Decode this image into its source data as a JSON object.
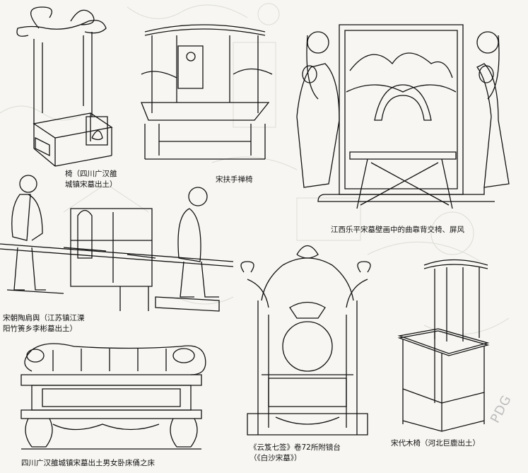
{
  "figures": [
    {
      "id": "chair-sichuan",
      "caption_lines": [
        "椅（四川广汉雒",
        "城镇宋墓出土）"
      ]
    },
    {
      "id": "armchair-chan",
      "caption_lines": [
        "宋扶手禅椅"
      ]
    },
    {
      "id": "mural-chair-screen",
      "caption_lines": [
        "江西乐平宋墓壁画中的曲靠背交椅、屏风"
      ]
    },
    {
      "id": "sedan-chair",
      "caption_lines": [
        "宋朝陶肩舆（江苏镇江溧",
        "阳竹箦乡李彬墓出土）"
      ]
    },
    {
      "id": "mirror-stand",
      "caption_lines": [
        "《云笈七签》卷72所附镜台",
        "（《白沙宋墓》）"
      ]
    },
    {
      "id": "wooden-chair-hebei",
      "caption_lines": [
        "宋代木椅（河北巨鹿出土）"
      ]
    },
    {
      "id": "tomb-bed",
      "caption_lines": [
        "四川广汉雒城镇宋墓出土男女卧床俑之床"
      ]
    }
  ],
  "watermark": "PDG",
  "colors": {
    "ink": "#111111",
    "paper": "#f7f6f2",
    "faint": "#d9d9d4"
  }
}
